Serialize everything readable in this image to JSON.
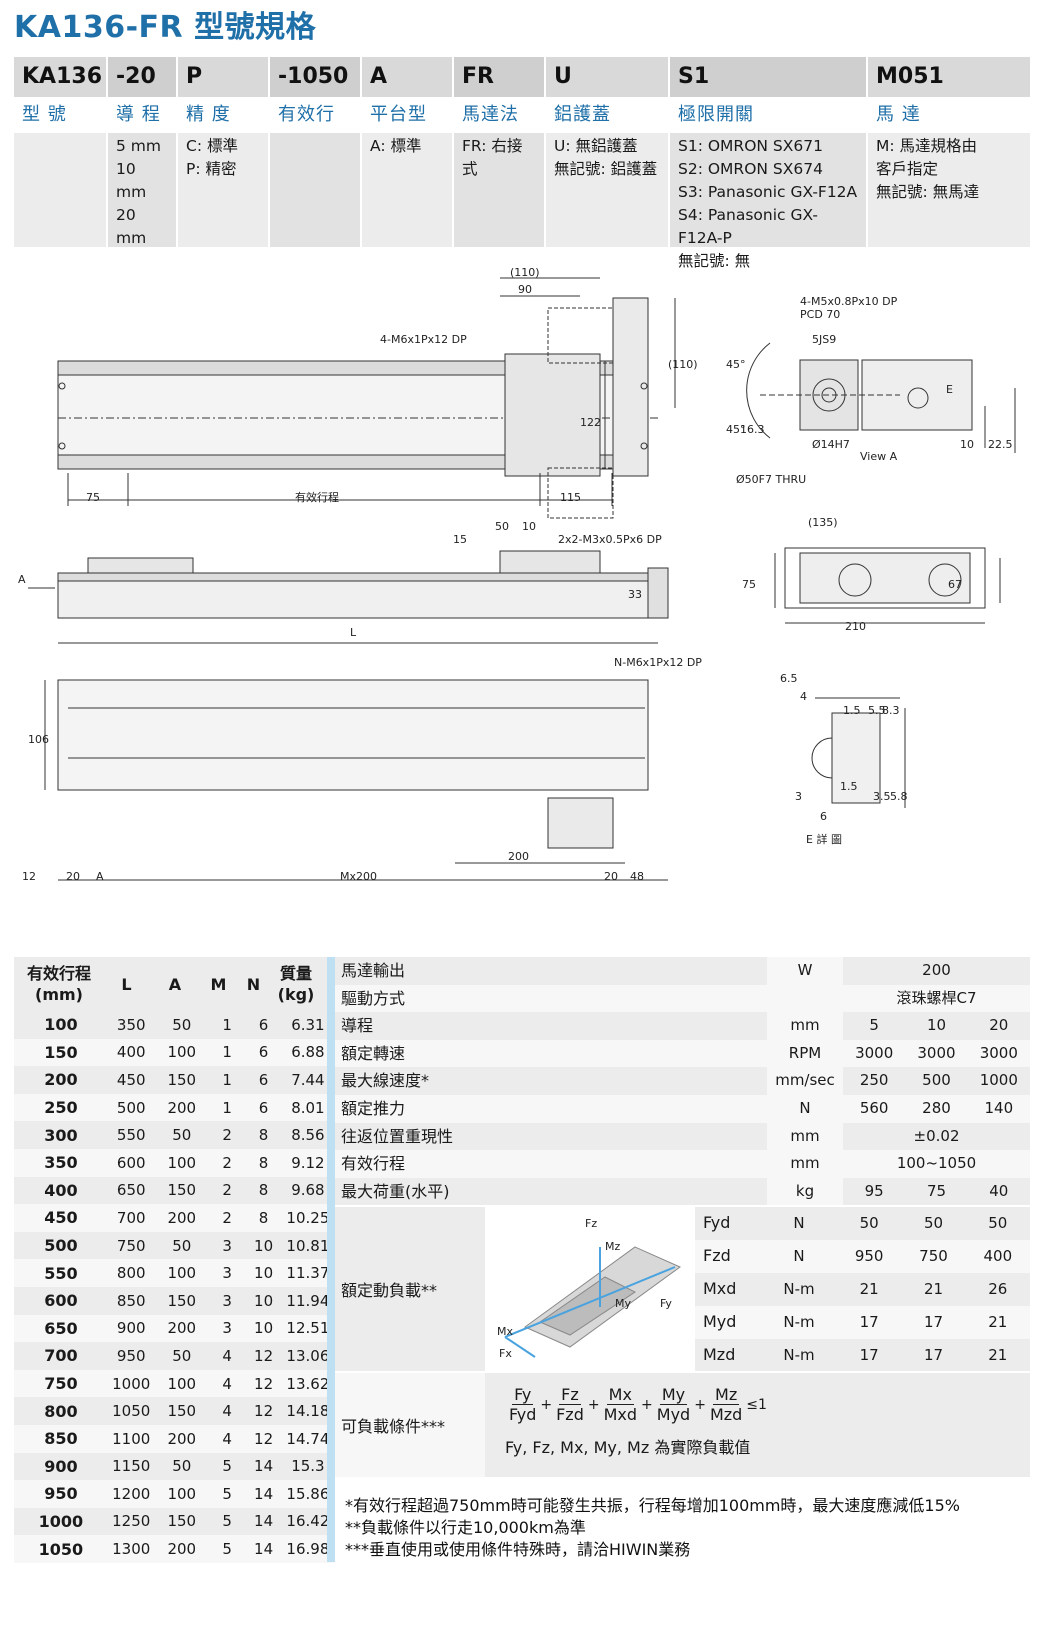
{
  "title": "KA136-FR 型號規格",
  "order_code": {
    "head": [
      "KA136",
      "-20",
      "P",
      "-1050",
      "A",
      "FR",
      "U",
      "S1",
      "M051"
    ],
    "labels": [
      "型 號",
      "導 程",
      "精 度",
      "有效行程",
      "平台型式",
      "馬達法蘭",
      "鋁護蓋",
      "極限開關",
      "馬 達"
    ],
    "body": [
      [],
      [
        "5 mm",
        "10 mm",
        "20 mm"
      ],
      [
        "C: 標準",
        "P: 精密"
      ],
      [],
      [
        "A: 標準"
      ],
      [
        "FR: 右接式"
      ],
      [
        "U: 無鋁護蓋",
        "無記號: 鋁護蓋"
      ],
      [
        "S1: OMRON SX671",
        "S2: OMRON SX674",
        "S3: Panasonic  GX-F12A",
        "S4: Panasonic  GX-F12A-P",
        "無記號: 無"
      ],
      [
        "M: 馬達規格由",
        "客戶指定",
        "無記號: 無馬達"
      ]
    ]
  },
  "drawing_labels": {
    "top_view": [
      "(110)",
      "90",
      "4-M6x1Px12 DP",
      "(110)",
      "122",
      "75",
      "有效行程",
      "115"
    ],
    "end_view": [
      "4-M5x0.8Px10 DP",
      "PCD 70",
      "5JS9",
      "45°",
      "45°",
      "16.3",
      "Ø50F7 THRU",
      "Ø14H7",
      "View A",
      "E",
      "10",
      "22.5"
    ],
    "side_view": [
      "15",
      "50",
      "10",
      "2x2-M3x0.5Px6 DP",
      "A",
      "L",
      "33"
    ],
    "section_view": [
      "(135)",
      "75",
      "67",
      "210"
    ],
    "bottom_view": [
      "N-M6x1Px12 DP",
      "106",
      "200",
      "12",
      "20",
      "A",
      "Mx200",
      "20",
      "48"
    ],
    "detail_e": [
      "6.5",
      "4",
      "1.5",
      "5.5",
      "8.3",
      "1.5",
      "3",
      "6",
      "3.5",
      "5.8",
      "E 詳 圖"
    ]
  },
  "stroke_table": {
    "headers": {
      "stroke": "有效行程",
      "stroke_unit": "(mm)",
      "L": "L",
      "A": "A",
      "M": "M",
      "N": "N",
      "mass": "質量",
      "mass_unit": "(kg)"
    },
    "rows": [
      [
        "100",
        "350",
        "50",
        "1",
        "6",
        "6.31"
      ],
      [
        "150",
        "400",
        "100",
        "1",
        "6",
        "6.88"
      ],
      [
        "200",
        "450",
        "150",
        "1",
        "6",
        "7.44"
      ],
      [
        "250",
        "500",
        "200",
        "1",
        "6",
        "8.01"
      ],
      [
        "300",
        "550",
        "50",
        "2",
        "8",
        "8.56"
      ],
      [
        "350",
        "600",
        "100",
        "2",
        "8",
        "9.12"
      ],
      [
        "400",
        "650",
        "150",
        "2",
        "8",
        "9.68"
      ],
      [
        "450",
        "700",
        "200",
        "2",
        "8",
        "10.25"
      ],
      [
        "500",
        "750",
        "50",
        "3",
        "10",
        "10.81"
      ],
      [
        "550",
        "800",
        "100",
        "3",
        "10",
        "11.37"
      ],
      [
        "600",
        "850",
        "150",
        "3",
        "10",
        "11.94"
      ],
      [
        "650",
        "900",
        "200",
        "3",
        "10",
        "12.51"
      ],
      [
        "700",
        "950",
        "50",
        "4",
        "12",
        "13.06"
      ],
      [
        "750",
        "1000",
        "100",
        "4",
        "12",
        "13.62"
      ],
      [
        "800",
        "1050",
        "150",
        "4",
        "12",
        "14.18"
      ],
      [
        "850",
        "1100",
        "200",
        "4",
        "12",
        "14.74"
      ],
      [
        "900",
        "1150",
        "50",
        "5",
        "14",
        "15.3"
      ],
      [
        "950",
        "1200",
        "100",
        "5",
        "14",
        "15.86"
      ],
      [
        "1000",
        "1250",
        "150",
        "5",
        "14",
        "16.42"
      ],
      [
        "1050",
        "1300",
        "200",
        "5",
        "14",
        "16.98"
      ]
    ]
  },
  "spec_table": {
    "rows": [
      {
        "name": "馬達輸出",
        "unit": "W",
        "values": [
          "200"
        ]
      },
      {
        "name": "驅動方式",
        "unit": "",
        "values": [
          "滾珠螺桿C7"
        ]
      },
      {
        "name": "導程",
        "unit": "mm",
        "values": [
          "5",
          "10",
          "20"
        ]
      },
      {
        "name": "額定轉速",
        "unit": "RPM",
        "values": [
          "3000",
          "3000",
          "3000"
        ]
      },
      {
        "name": "最大線速度*",
        "unit": "mm/sec",
        "values": [
          "250",
          "500",
          "1000"
        ]
      },
      {
        "name": "額定推力",
        "unit": "N",
        "values": [
          "560",
          "280",
          "140"
        ]
      },
      {
        "name": "往返位置重現性",
        "unit": "mm",
        "values": [
          "±0.02"
        ]
      },
      {
        "name": "有效行程",
        "unit": "mm",
        "values": [
          "100~1050"
        ]
      },
      {
        "name": "最大荷重(水平)",
        "unit": "kg",
        "values": [
          "95",
          "75",
          "40"
        ]
      }
    ],
    "dynamic_load": {
      "label": "額定動負載**",
      "diagram_labels": [
        "Fz",
        "Mz",
        "Mx",
        "Fx",
        "My",
        "Fy"
      ],
      "rows": [
        {
          "name": "Fyd",
          "unit": "N",
          "values": [
            "50",
            "50",
            "50"
          ]
        },
        {
          "name": "Fzd",
          "unit": "N",
          "values": [
            "950",
            "750",
            "400"
          ]
        },
        {
          "name": "Mxd",
          "unit": "N-m",
          "values": [
            "21",
            "21",
            "26"
          ]
        },
        {
          "name": "Myd",
          "unit": "N-m",
          "values": [
            "17",
            "17",
            "21"
          ]
        },
        {
          "name": "Mzd",
          "unit": "N-m",
          "values": [
            "17",
            "17",
            "21"
          ]
        }
      ]
    },
    "load_condition": {
      "label": "可負載條件***",
      "fractions": [
        [
          "Fy",
          "Fyd"
        ],
        [
          "Fz",
          "Fzd"
        ],
        [
          "Mx",
          "Mxd"
        ],
        [
          "My",
          "Myd"
        ],
        [
          "Mz",
          "Mzd"
        ]
      ],
      "plus": "+",
      "le": "≤1",
      "note": "Fy, Fz, Mx, My, Mz 為實際負載值"
    }
  },
  "notes": [
    "*有效行程超過750mm時可能發生共振，行程每增加100mm時，最大速度應減低15%",
    "**負載條件以行走10,000km為準",
    "***垂直使用或使用條件特殊時，請洽HIWIN業務"
  ]
}
